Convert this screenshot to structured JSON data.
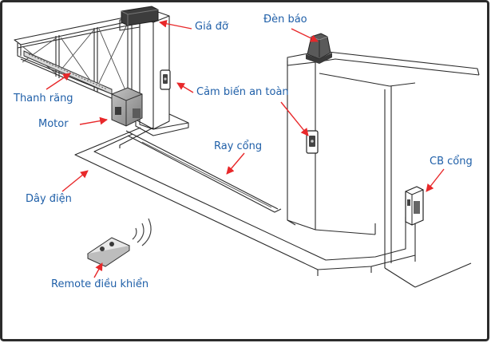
{
  "labels": {
    "bracket": "Giá đỡ",
    "warning_light": "Đèn báo",
    "rack": "Thanh răng",
    "safety_sensor": "Cảm biến an toàn",
    "motor": "Motor",
    "rail": "Ray cổng",
    "wire": "Dây điện",
    "gate_switch": "CB cổng",
    "remote": "Remote điều khiển"
  },
  "colors": {
    "label_text": "#1f5fa8",
    "arrow": "#e8282a",
    "line": "#2a2a2a",
    "frame_border": "#2c2c2c",
    "motor_body": "#9a9a9a",
    "warning_light_body": "#5a5a5a"
  }
}
